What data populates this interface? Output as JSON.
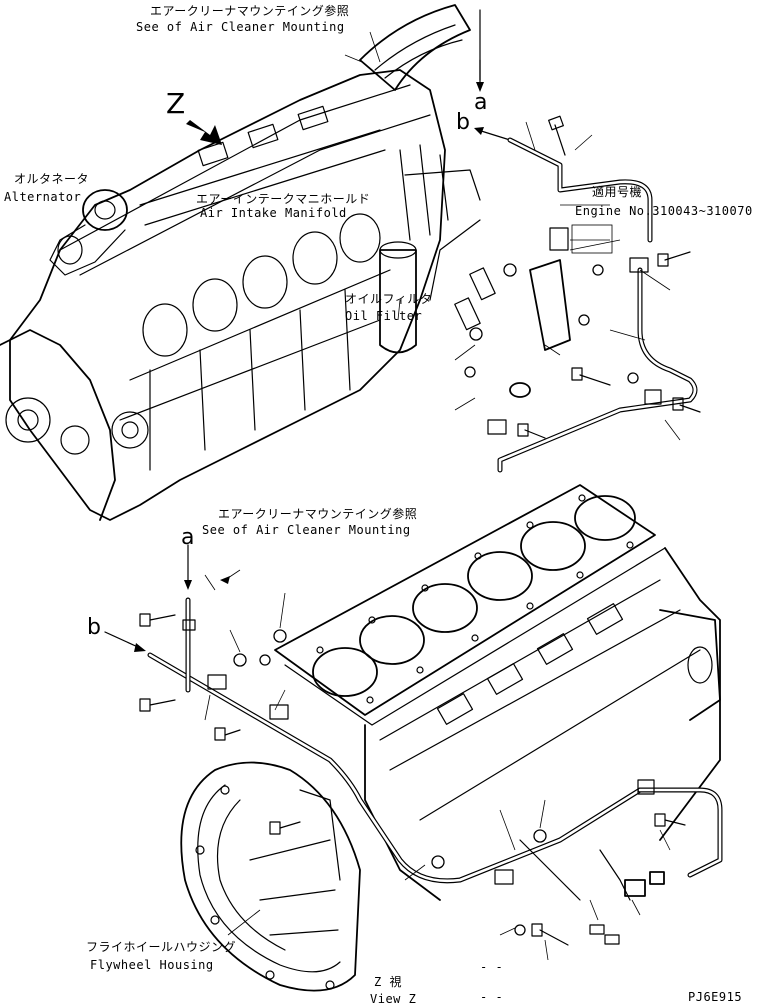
{
  "labels": {
    "air_cleaner_top_jp": "エアークリーナマウンテイング参照",
    "air_cleaner_top_en": "See of Air Cleaner Mounting",
    "alternator_jp": "オルタネータ",
    "alternator_en": "Alternator",
    "intake_jp": "エアーインテークマニホールド",
    "intake_en": "Air Intake Manifold",
    "oil_filter_jp": "オイルフィルタ",
    "oil_filter_en": "Oil Filter",
    "serial_jp": "適用号機",
    "serial_en": "Engine No.310043~310070",
    "air_cleaner_mid_jp": "エアークリーナマウンテイング参照",
    "air_cleaner_mid_en": "See of Air Cleaner Mounting",
    "flywheel_jp": "フライホイールハウジング",
    "flywheel_en": "Flywheel Housing",
    "view_jp": "Z  視",
    "view_en": "View Z",
    "dashes_a": "- -",
    "dashes_b": "- -",
    "drawing_code": "PJ6E915"
  },
  "callouts": {
    "z": "Z",
    "a_top": "a",
    "b_top": "b",
    "a_mid": "a",
    "b_mid": "b"
  },
  "icons": [
    "arrow-z-icon",
    "arrow-a-icon",
    "arrow-b-icon",
    "bolt-icon",
    "clamp-icon"
  ]
}
